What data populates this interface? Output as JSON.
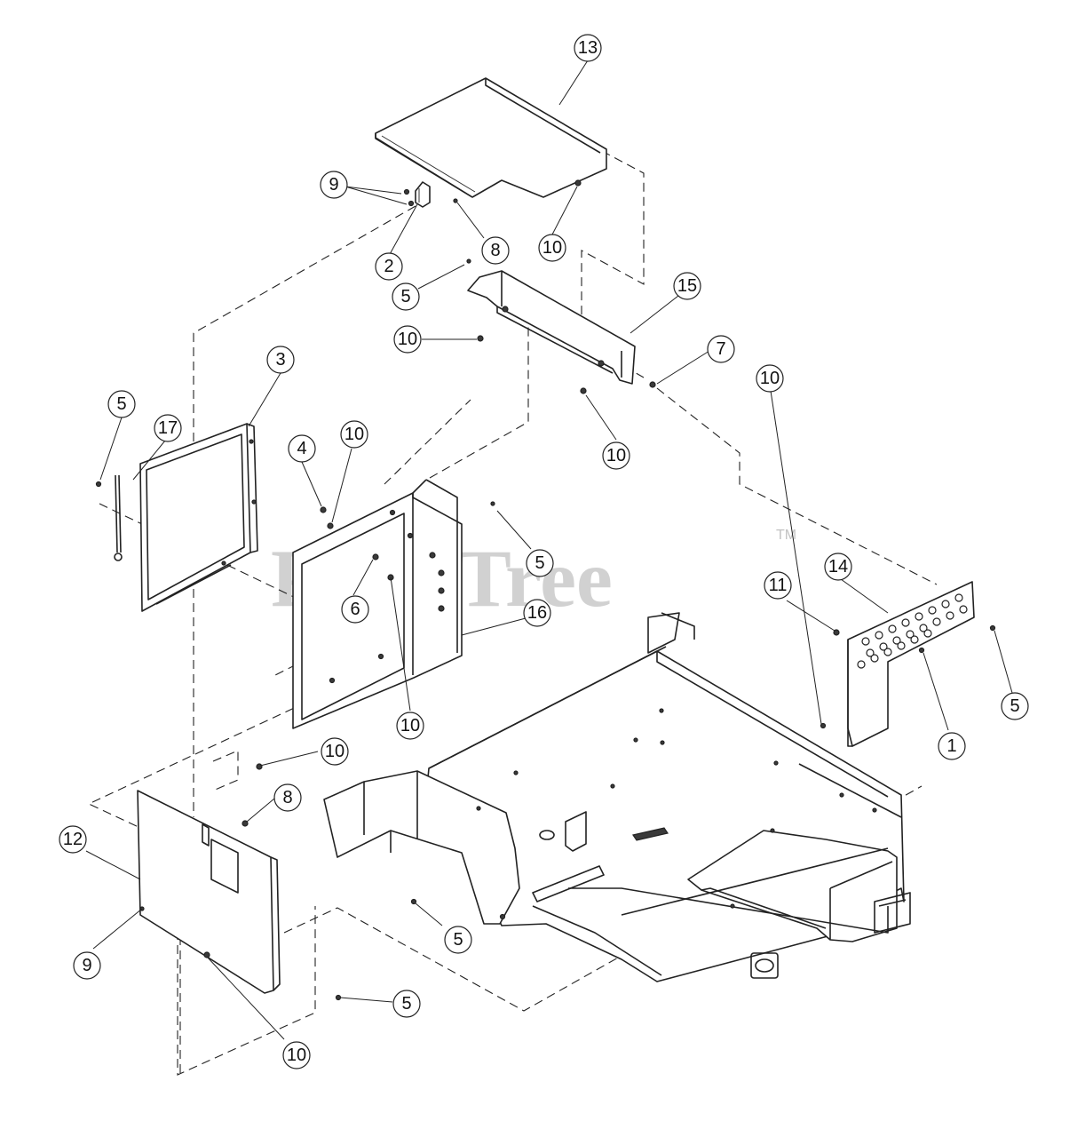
{
  "watermark": {
    "brand": "PartsTree",
    "trademark": "TM"
  },
  "callouts": [
    {
      "id": "c13a",
      "label": "13"
    },
    {
      "id": "c9a",
      "label": "9"
    },
    {
      "id": "c8a",
      "label": "8"
    },
    {
      "id": "c2",
      "label": "2"
    },
    {
      "id": "c10a",
      "label": "10"
    },
    {
      "id": "c5a",
      "label": "5"
    },
    {
      "id": "c15",
      "label": "15"
    },
    {
      "id": "c10b",
      "label": "10"
    },
    {
      "id": "c7",
      "label": "7"
    },
    {
      "id": "c3",
      "label": "3"
    },
    {
      "id": "c5b",
      "label": "5"
    },
    {
      "id": "c17",
      "label": "17"
    },
    {
      "id": "c4",
      "label": "4"
    },
    {
      "id": "c10c",
      "label": "10"
    },
    {
      "id": "c10d",
      "label": "10"
    },
    {
      "id": "c5c",
      "label": "5"
    },
    {
      "id": "c6",
      "label": "6"
    },
    {
      "id": "c16",
      "label": "16"
    },
    {
      "id": "c10e",
      "label": "10"
    },
    {
      "id": "c11",
      "label": "11"
    },
    {
      "id": "c14",
      "label": "14"
    },
    {
      "id": "c10f",
      "label": "10"
    },
    {
      "id": "c5d",
      "label": "5"
    },
    {
      "id": "c1",
      "label": "1"
    },
    {
      "id": "c10g",
      "label": "10"
    },
    {
      "id": "c8b",
      "label": "8"
    },
    {
      "id": "c12",
      "label": "12"
    },
    {
      "id": "c9b",
      "label": "9"
    },
    {
      "id": "c5e",
      "label": "5"
    },
    {
      "id": "c5f",
      "label": "5"
    },
    {
      "id": "c10h",
      "label": "10"
    }
  ]
}
